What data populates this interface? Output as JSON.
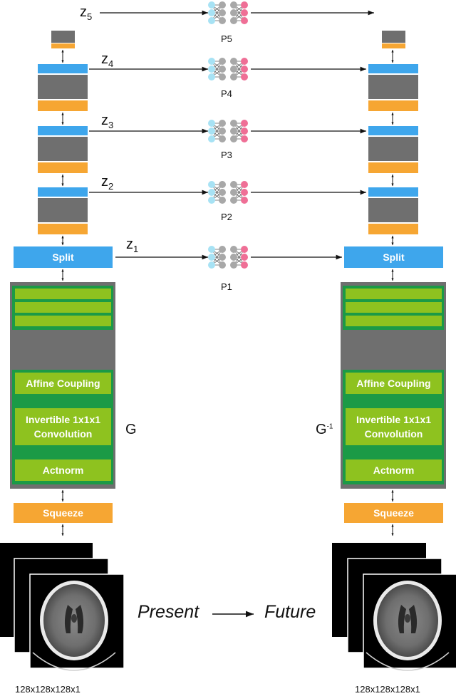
{
  "levels": [
    {
      "z": "z",
      "sub": "5",
      "p": "P5"
    },
    {
      "z": "z",
      "sub": "4",
      "p": "P4"
    },
    {
      "z": "z",
      "sub": "3",
      "p": "P3"
    },
    {
      "z": "z",
      "sub": "2",
      "p": "P2"
    },
    {
      "z": "z",
      "sub": "1",
      "p": "P1"
    }
  ],
  "blocks": {
    "split": "Split",
    "affine": "Affine Coupling",
    "invconv_l1": "Invertible 1x1x1",
    "invconv_l2": "Convolution",
    "actnorm": "Actnorm",
    "squeeze": "Squeeze"
  },
  "labels": {
    "g": "G",
    "ginv": "G",
    "ginv_sup": "-1",
    "present": "Present",
    "future": "Future",
    "dims_left": "128x128x128x1",
    "dims_right": "128x128x128x1"
  },
  "colors": {
    "blue": "#3ea6ec",
    "orange": "#f6a633",
    "gray": "#6f6f6f",
    "green": "#8ec21f",
    "dark_green": "#1b9a46",
    "node_cyan": "#a7e2f4",
    "node_gray": "#a8a8a8",
    "node_pink": "#ef6f96"
  }
}
